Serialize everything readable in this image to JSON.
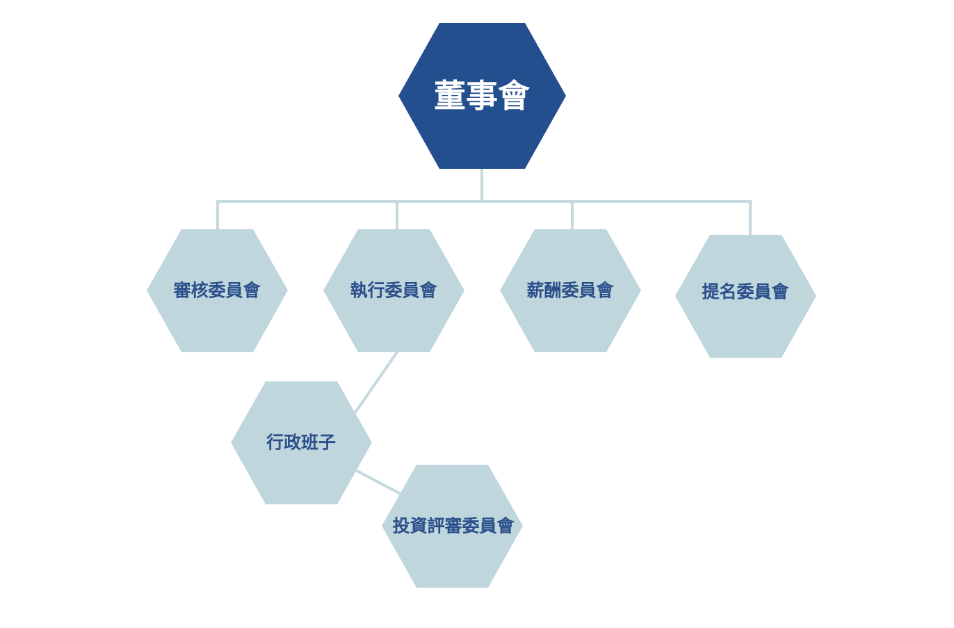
{
  "colors": {
    "primary_node_fill": "#234f8f",
    "primary_node_text": "#ffffff",
    "secondary_node_fill": "#c0d6dd",
    "secondary_node_text": "#2a4f8a",
    "connector": "#c5d9df",
    "background": "#ffffff"
  },
  "nodes": {
    "board": {
      "label": "董事會"
    },
    "audit": {
      "label": "審核委員會"
    },
    "executive": {
      "label": "執行委員會"
    },
    "remuneration": {
      "label": "薪酬委員會"
    },
    "nomination": {
      "label": "提名委員會"
    },
    "admin_team": {
      "label": "行政班子"
    },
    "investment_review": {
      "label": "投資評審委員會"
    }
  },
  "hierarchy": {
    "board": [
      "audit",
      "executive",
      "remuneration",
      "nomination"
    ],
    "executive": [
      "admin_team"
    ],
    "admin_team": [
      "investment_review"
    ]
  }
}
